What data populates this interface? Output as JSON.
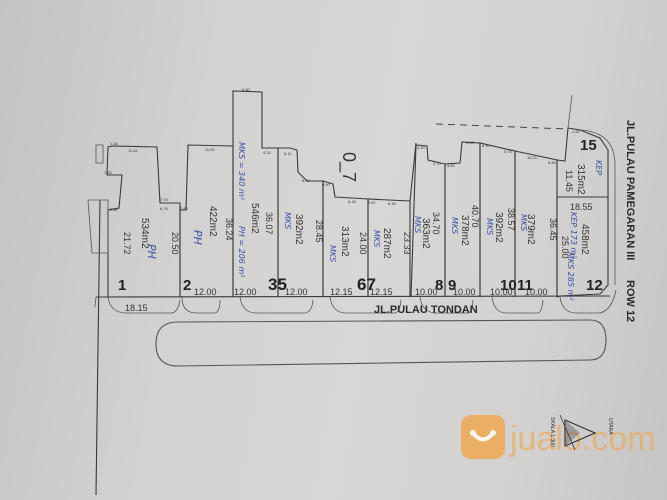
{
  "document": {
    "type": "site plan (denah kavling)",
    "label_center": "0_7"
  },
  "streets": {
    "bottom": "JL.PULAU TONDAN",
    "right": "JL.PULAU PAMEGARAN III",
    "right_suffix": "ROW 12"
  },
  "lots": [
    {
      "id": "1",
      "area": "534m2",
      "depth": "21.72",
      "frontage": "18.15",
      "note": "PH"
    },
    {
      "id": "2",
      "area": "422m2",
      "depth": "20.50",
      "frontage": "12.00",
      "note": "PH"
    },
    {
      "id": "35_left",
      "area": "546m2",
      "depth": "36.24",
      "frontage": "12.00",
      "note": "MKS = 340 m², PH = 206 m²"
    },
    {
      "id": "35",
      "area": "392m2",
      "depth": "36.07",
      "frontage": "12.00",
      "note": "MKS"
    },
    {
      "id": "6",
      "area": "313m2",
      "depth": "28.45",
      "frontage": "12.15",
      "note": "MKS"
    },
    {
      "id": "7",
      "area": "287m2",
      "depth": "24.00",
      "frontage": "12.15",
      "note": "MKS"
    },
    {
      "id": "8",
      "area": "363m2",
      "depth": "23.33",
      "frontage": "10.00",
      "note": "MKS"
    },
    {
      "id": "9",
      "area": "378m2",
      "depth": "34.70",
      "frontage": "10.00",
      "note": "MKS"
    },
    {
      "id": "10",
      "area": "392m2",
      "depth": "40.70",
      "frontage": "10.00",
      "note": "MKS"
    },
    {
      "id": "11",
      "area": "379m2",
      "depth": "38.57",
      "frontage": "10.00",
      "note": "MKS"
    },
    {
      "id": "12",
      "area": "458m2",
      "depth": "25.00",
      "frontage": "18.55",
      "note": "KEP 173 m², MKS 285 m²"
    },
    {
      "id": "15",
      "area": "315m2",
      "depth": "11.45",
      "frontage": "",
      "note": "KEP"
    }
  ],
  "labels": {
    "lot_numbers": [
      "1",
      "2",
      "35",
      "67",
      "8",
      "9",
      "10",
      "11",
      "12",
      "15"
    ],
    "areas": [
      "534m2",
      "422m2",
      "546m2",
      "392m2",
      "313m2",
      "287m2",
      "363m2",
      "378m2",
      "392m2",
      "379m2",
      "458m2",
      "315m2"
    ],
    "depths": [
      "21.72",
      "20.50",
      "36.24",
      "36.07",
      "28.45",
      "24.00",
      "23.33",
      "34.70",
      "40.70",
      "38.57",
      "36.45",
      "25.00",
      "11.45"
    ],
    "frontages": [
      "18.15",
      "12.00",
      "12.00",
      "12.00",
      "12.15",
      "12.15",
      "10.00",
      "10.00",
      "10.00",
      "10.00",
      "18.55"
    ],
    "handwritten": {
      "ph1": "PH",
      "ph2": "PH",
      "mks340": "MKS = 340 m²",
      "ph206": "PH = 206 m²",
      "mks35": "MKS",
      "mks6": "MKS",
      "mks7": "MKS",
      "mks8": "MKS",
      "mks9": "MKS",
      "mks10": "MKS",
      "mks11": "MKS",
      "kep12": "KEP 173 m²",
      "mks12": "MKS 285 m²",
      "kep15": "KEP"
    },
    "small_dims": [
      "1.00",
      "11.82",
      "1.22",
      "2.80",
      "7.74",
      "6.74",
      "2.80",
      "11.00",
      "6.80",
      "4.20",
      "8.11",
      "6.40",
      "0.50",
      "8.18",
      "2.87",
      "8.30",
      "3.20",
      "3.70",
      "4.50",
      "4.50",
      "6.40",
      "5.70",
      "10.21",
      "6.83",
      "1.50"
    ]
  },
  "compass": {
    "label": "UTARA",
    "scale": "SKALA 1:300"
  },
  "watermark": {
    "brand": "jualo.com",
    "color": "#f0a64a"
  }
}
